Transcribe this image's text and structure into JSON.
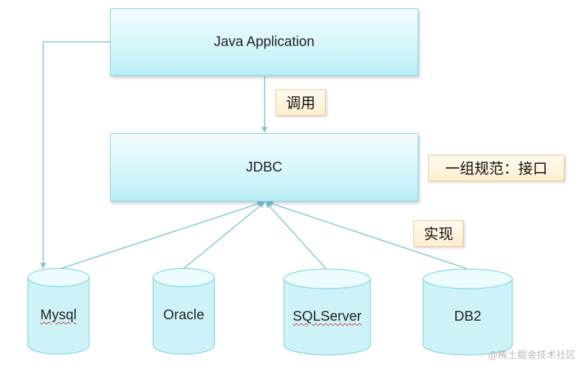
{
  "boxes": {
    "java_application": "Java Application",
    "jdbc": "JDBC"
  },
  "notes": {
    "invoke": "调用",
    "spec": "一组规范：接口",
    "implement": "实现"
  },
  "databases": [
    "Mysql",
    "Oracle",
    "SQLServer",
    "DB2"
  ],
  "watermark": "@稀土掘金技术社区",
  "colors": {
    "box_border": "#7fd3e2",
    "box_fill": "#d6f6fb",
    "note_border": "#f2c58a",
    "note_fill": "#ffefcf",
    "line": "#7cc6d6"
  }
}
